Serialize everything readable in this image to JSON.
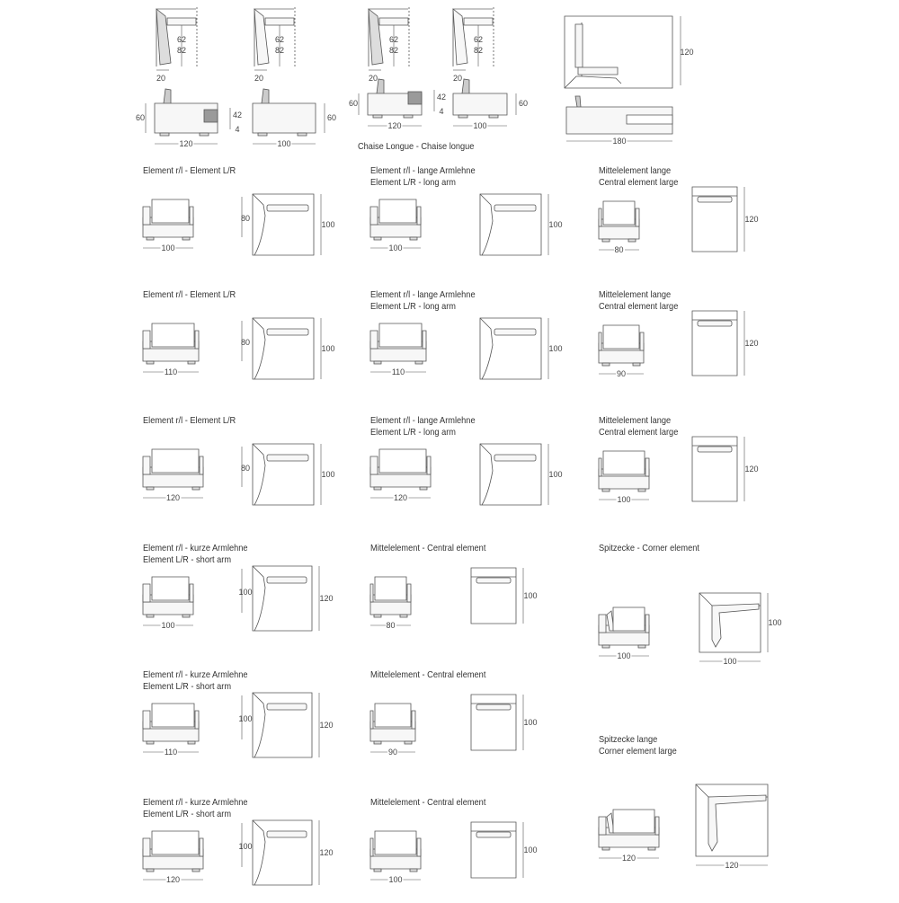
{
  "header_views": {
    "side_a": {
      "depth_1": "62",
      "depth_2": "82",
      "arm": "20"
    },
    "side_b": {
      "depth_1": "62",
      "depth_2": "82",
      "arm": "20"
    },
    "side_c": {
      "depth_1": "62",
      "depth_2": "82",
      "arm": "20"
    },
    "side_d": {
      "depth_1": "62",
      "depth_2": "82",
      "arm": "20"
    },
    "front_a": {
      "height": "60",
      "seat": "42",
      "foot": "4",
      "width": "120"
    },
    "front_b": {
      "height": "60",
      "width": "100"
    },
    "front_c": {
      "height": "60",
      "seat": "42",
      "foot": "4",
      "width": "120"
    },
    "front_d": {
      "height": "60",
      "width": "100"
    },
    "chaise": {
      "depth": "120",
      "width": "180",
      "caption": "Chaise Longue - Chaise longue"
    }
  },
  "modules": [
    {
      "title": [
        "Element r/l - Element L/R"
      ],
      "front_width": "100",
      "top_left": "80",
      "top_right": "100",
      "type": "end"
    },
    {
      "title": [
        "Element r/l - lange Armlehne",
        "Element L/R - long arm"
      ],
      "front_width": "100",
      "top_right": "100",
      "type": "longarm"
    },
    {
      "title": [
        "Mittelelement lange",
        "Central element large"
      ],
      "front_width": "80",
      "top_right": "120",
      "type": "central-large"
    },
    {
      "title": [
        "Element r/l - Element L/R"
      ],
      "front_width": "110",
      "top_left": "80",
      "top_right": "100",
      "type": "end"
    },
    {
      "title": [
        "Element r/l - lange Armlehne",
        "Element L/R - long arm"
      ],
      "front_width": "110",
      "top_right": "100",
      "type": "longarm"
    },
    {
      "title": [
        "Mittelelement lange",
        "Central element large"
      ],
      "front_width": "90",
      "top_right": "120",
      "type": "central-large"
    },
    {
      "title": [
        "Element r/l - Element L/R"
      ],
      "front_width": "120",
      "top_left": "80",
      "top_right": "100",
      "type": "end"
    },
    {
      "title": [
        "Element r/l - lange Armlehne",
        "Element L/R - long arm"
      ],
      "front_width": "120",
      "top_right": "100",
      "type": "longarm"
    },
    {
      "title": [
        "Mittelelement lange",
        "Central element large"
      ],
      "front_width": "100",
      "top_right": "120",
      "type": "central-large"
    },
    {
      "title": [
        "Element r/l - kurze Armlehne",
        "Element L/R - short arm"
      ],
      "front_width": "100",
      "top_left": "100",
      "top_right": "120",
      "type": "short"
    },
    {
      "title": [
        "Mittelelement - Central element"
      ],
      "front_width": "80",
      "top_right": "100",
      "type": "central"
    },
    {
      "title": [
        "Spitzecke - Corner element"
      ],
      "front_width": "100",
      "top_bottom": "100",
      "top_right": "100",
      "type": "corner"
    },
    {
      "title": [
        "Element r/l - kurze Armlehne",
        "Element L/R - short arm"
      ],
      "front_width": "110",
      "top_left": "100",
      "top_right": "120",
      "type": "short"
    },
    {
      "title": [
        "Mittelelement - Central element"
      ],
      "front_width": "90",
      "top_right": "100",
      "type": "central"
    },
    {
      "title": [
        "Spitzecke lange",
        "Corner element large"
      ],
      "front_width": "120",
      "top_bottom": "120",
      "type": "corner-large"
    },
    {
      "title": [
        "Element r/l - kurze Armlehne",
        "Element L/R - short arm"
      ],
      "front_width": "120",
      "top_left": "100",
      "top_right": "120",
      "type": "short"
    },
    {
      "title": [
        "Mittelelement - Central element"
      ],
      "front_width": "100",
      "top_right": "100",
      "type": "central"
    }
  ]
}
